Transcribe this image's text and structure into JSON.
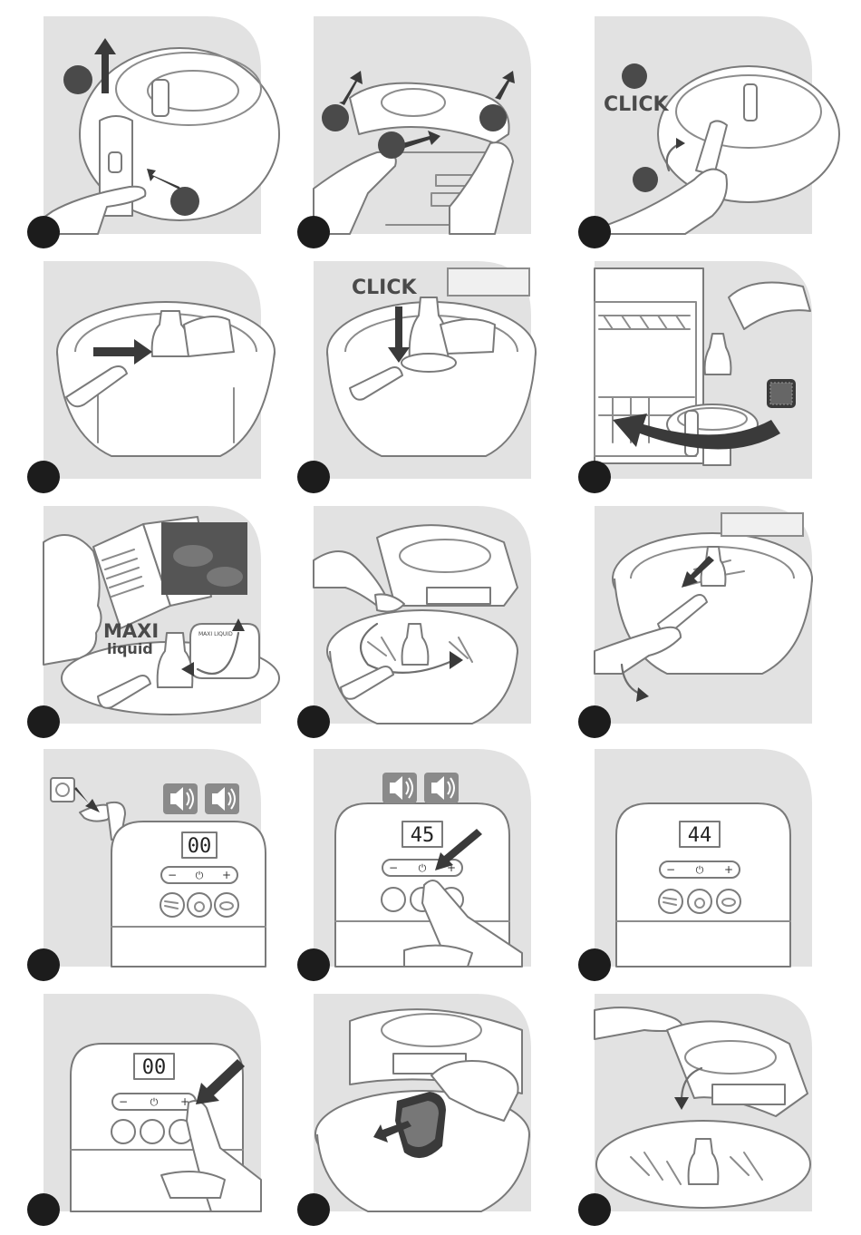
{
  "labels": {
    "click_1": "CLICK",
    "click_2": "CLICK",
    "maxi": "MAXI",
    "liquid": "liquid",
    "maxi_liquid_tag": "MAXI LIQUID"
  },
  "displays": {
    "panel_10": "00",
    "panel_11": "45",
    "panel_12": "44",
    "panel_13": "00"
  },
  "control_symbols": {
    "minus": "−",
    "plus": "+"
  },
  "icons": {
    "speaker": "speaker-sound-icon",
    "power": "power-icon",
    "socket": "power-socket-icon",
    "program_1": "fries-icon",
    "program_2": "vegetable-icon",
    "program_3": "chicken-icon"
  },
  "colors": {
    "panel_bg": "#e2e2e2",
    "line": "#8c8c8c",
    "arrow": "#3a3a3a",
    "step_badge": "#1c1c1c"
  }
}
